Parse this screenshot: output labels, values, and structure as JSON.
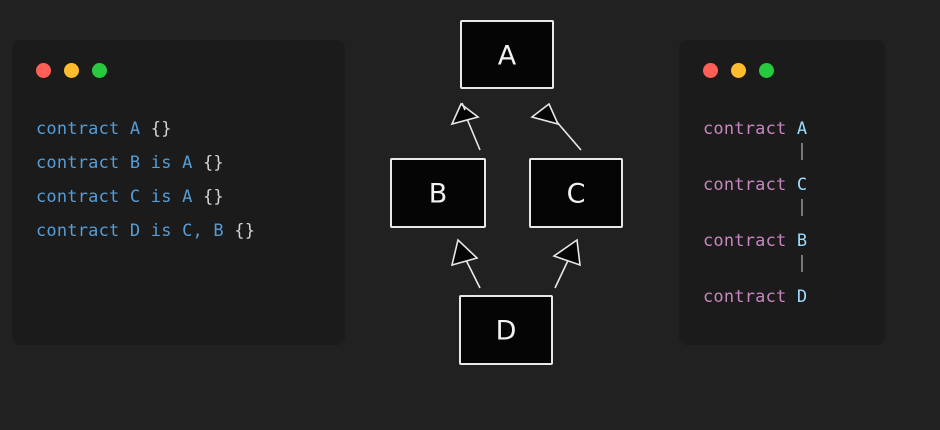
{
  "page": {
    "background": "#212121"
  },
  "code_panel_left": {
    "name": "solidity-source-panel",
    "window_dots": [
      {
        "name": "close",
        "color": "#ff5f56"
      },
      {
        "name": "minimize",
        "color": "#ffbd2e"
      },
      {
        "name": "maximize",
        "color": "#27c93f"
      }
    ],
    "lines": [
      {
        "keyword": "contract",
        "name": " A",
        "rest": " {}"
      },
      {
        "keyword": "contract",
        "name": " B is A",
        "rest": " {}"
      },
      {
        "keyword": "contract",
        "name": " C is A",
        "rest": " {}"
      },
      {
        "keyword": "contract",
        "name": " D is C, B",
        "rest": " {}"
      }
    ],
    "colors": {
      "keyword": "#569cd6",
      "identifier": "#569cd6",
      "punctuation": "#d4d4d4"
    }
  },
  "code_panel_right": {
    "name": "linearization-order-panel",
    "window_dots": [
      {
        "name": "close",
        "color": "#ff5f56"
      },
      {
        "name": "minimize",
        "color": "#ffbd2e"
      },
      {
        "name": "maximize",
        "color": "#27c93f"
      }
    ],
    "lines": [
      {
        "keyword": "contract",
        "name": " A"
      },
      {
        "keyword": "contract",
        "name": " C"
      },
      {
        "keyword": "contract",
        "name": " B"
      },
      {
        "keyword": "contract",
        "name": " D"
      }
    ],
    "separator": "|",
    "colors": {
      "keyword": "#c586c0",
      "identifier": "#9cdcfe",
      "separator": "#9a9a9a"
    }
  },
  "diagram": {
    "name": "uml-inheritance-diagram",
    "nodes": [
      {
        "id": "A",
        "label": "A"
      },
      {
        "id": "B",
        "label": "B"
      },
      {
        "id": "C",
        "label": "C"
      },
      {
        "id": "D",
        "label": "D"
      }
    ],
    "edges": [
      {
        "from": "B",
        "to": "A"
      },
      {
        "from": "C",
        "to": "A"
      },
      {
        "from": "D",
        "to": "B"
      },
      {
        "from": "D",
        "to": "C"
      }
    ],
    "node_fill": "#050505",
    "stroke": "#e8e8e8"
  }
}
